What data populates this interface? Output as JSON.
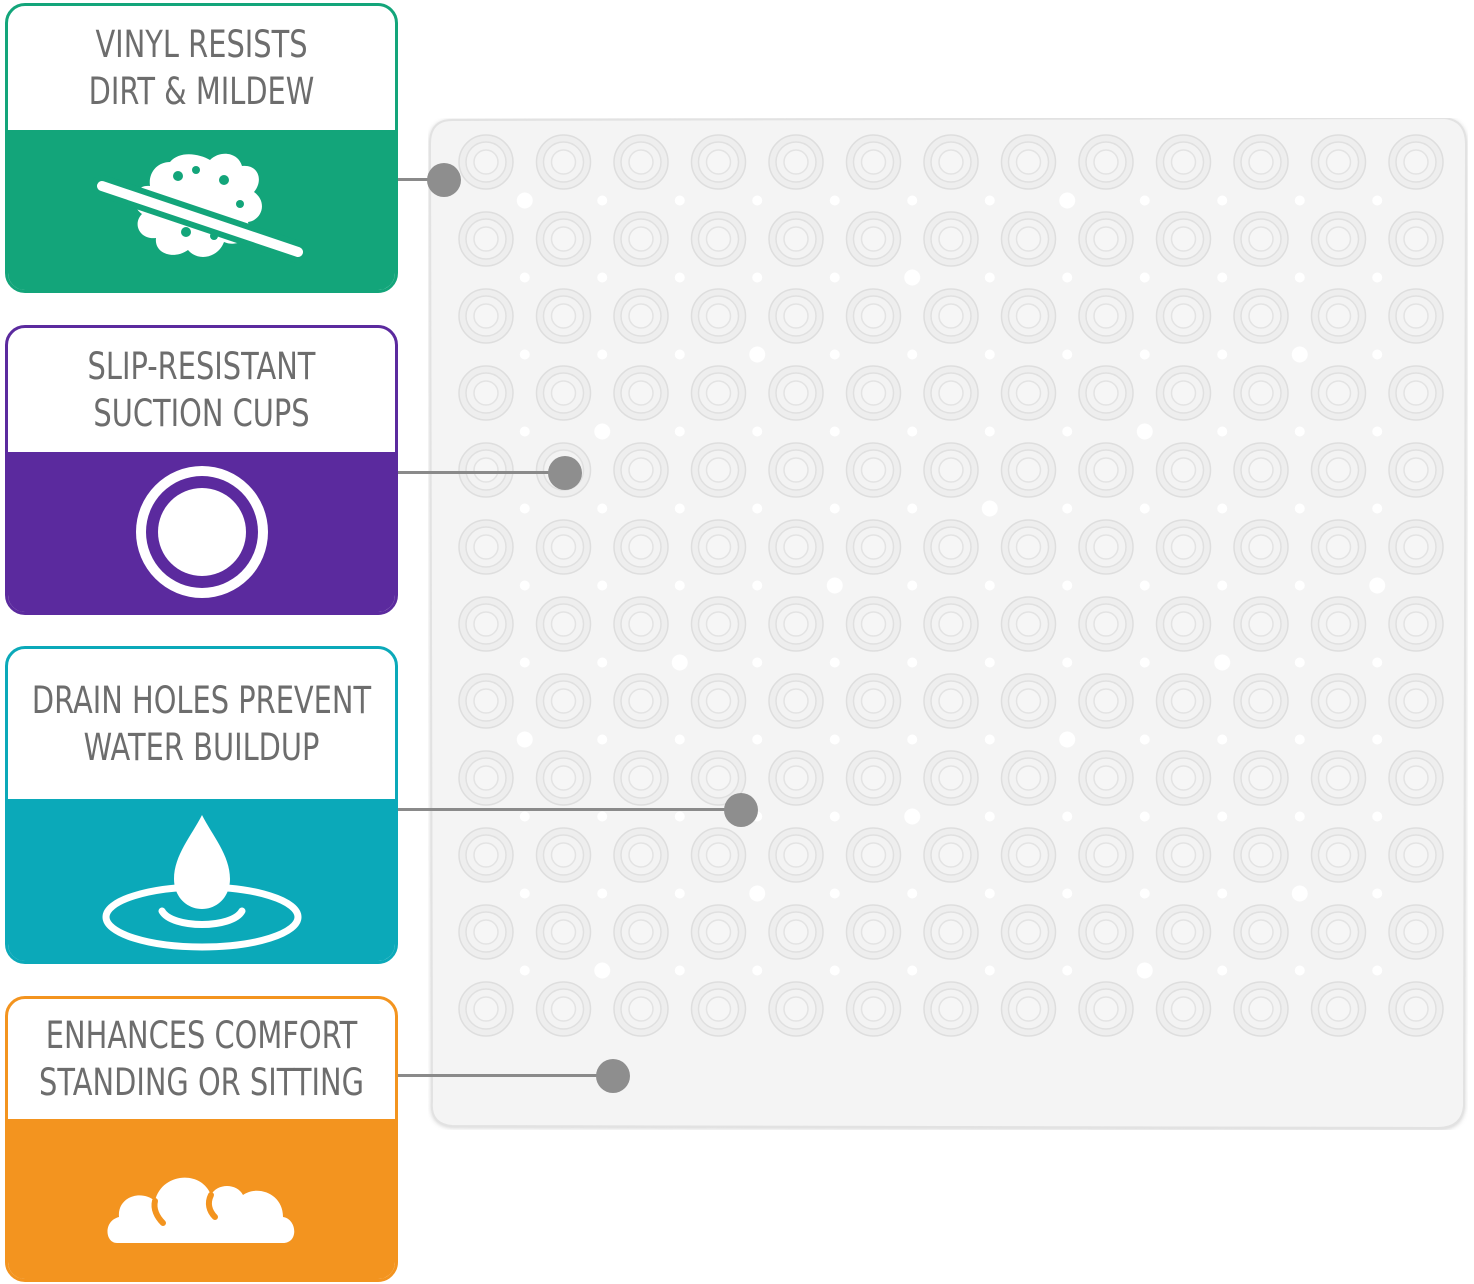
{
  "features": [
    {
      "id": "vinyl",
      "line1": "VINYL RESISTS",
      "line2": "DIRT & MILDEW",
      "color": "#13a57a",
      "icon": "no-mildew-icon"
    },
    {
      "id": "suction",
      "line1": "SLIP-RESISTANT",
      "line2": "SUCTION CUPS",
      "color": "#5b2a9e",
      "icon": "suction-cup-ring-icon"
    },
    {
      "id": "drain",
      "line1": "DRAIN HOLES PREVENT",
      "line2": "WATER BUILDUP",
      "color": "#0ba9b9",
      "icon": "water-drop-icon"
    },
    {
      "id": "comfort",
      "line1": "ENHANCES COMFORT",
      "line2": "STANDING OR SITTING",
      "color": "#f3941f",
      "icon": "cloud-cushion-icon"
    }
  ],
  "mat": {
    "suction_cup_columns": 13,
    "suction_cup_rows": 12,
    "color": "#f4f4f4"
  },
  "leader_color": "#8a8a8a"
}
